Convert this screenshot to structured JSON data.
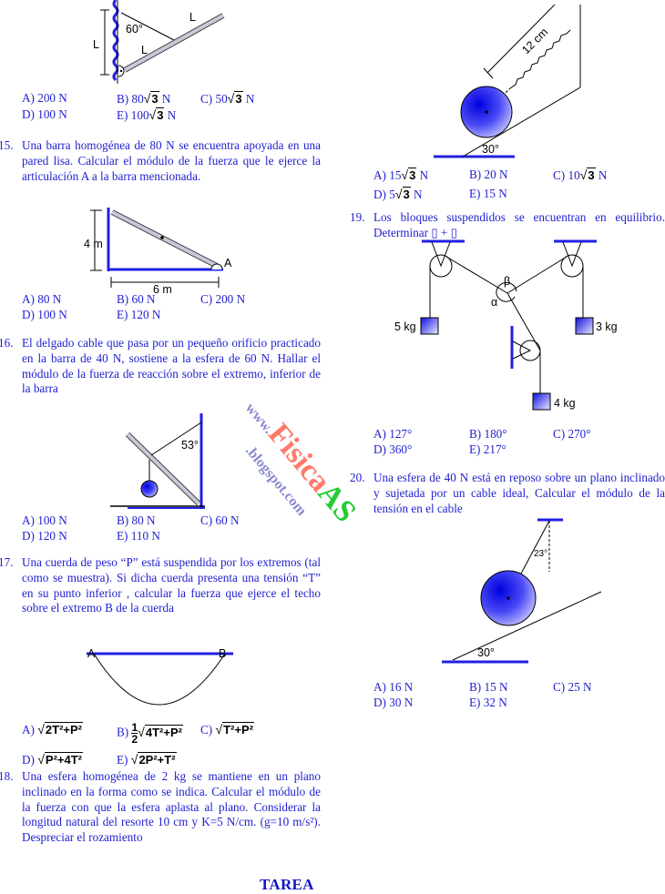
{
  "questions": [
    {
      "number": "",
      "text": "",
      "options": [
        {
          "label": "A)",
          "pre": "200 N"
        },
        {
          "label": "B)",
          "pre": "80",
          "rad": "3",
          "post": " N"
        },
        {
          "label": "C)",
          "pre": "50",
          "rad": "3",
          "post": " N"
        },
        {
          "label": "D)",
          "pre": "100 N"
        },
        {
          "label": "E)",
          "pre": "100",
          "rad": "3",
          "post": " N"
        }
      ]
    },
    {
      "number": "15.",
      "text": "Una barra homogénea de 80 N se encuentra apoyada en una pared lisa. Calcular el módulo de la fuerza que le ejerce la articulación A a la barra mencionada.",
      "options": [
        {
          "label": "A)",
          "pre": "80 N"
        },
        {
          "label": "B)",
          "pre": "60 N"
        },
        {
          "label": "C)",
          "pre": "200 N"
        },
        {
          "label": "D)",
          "pre": "100 N"
        },
        {
          "label": "E)",
          "pre": "120 N"
        }
      ]
    },
    {
      "number": "16.",
      "text": "El delgado cable que pasa por un pequeño orificio practicado en la barra de 40 N, sostiene a la esfera de 60 N. Hallar el módulo de la fuerza de reacción sobre el extremo, inferior de la barra",
      "options": [
        {
          "label": "A)",
          "pre": "100 N"
        },
        {
          "label": "B)",
          "pre": "80 N"
        },
        {
          "label": "C)",
          "pre": "60 N"
        },
        {
          "label": "D)",
          "pre": "120 N"
        },
        {
          "label": "E)",
          "pre": "110 N"
        }
      ]
    },
    {
      "number": "17.",
      "text": "Una cuerda de peso “P” está suspendida por los extremos (tal como se muestra). Si dicha cuerda presenta una tensión “T” en su punto inferior , calcular la fuerza que ejerce el techo sobre el extremo B de la cuerda",
      "options": [
        {
          "label": "A)",
          "rad": "2T²+P²"
        },
        {
          "label": "B)",
          "frac_num": "1",
          "frac_den": "2",
          "rad": "4T²+P²"
        },
        {
          "label": "C)",
          "rad": "T²+P²"
        },
        {
          "label": "D)",
          "rad": "P²+4T²"
        },
        {
          "label": "E)",
          "rad": "2P²+T²"
        }
      ]
    },
    {
      "number": "18.",
      "text": "Una esfera homogénea de 2 kg se mantiene en un plano inclinado en la forma como se indica. Calcular el módulo de la fuerza con que la esfera aplasta al plano. Considerar la longitud natural del resorte 10 cm y K=5 N/cm. (g=10 m/s²). Despreciar el rozamiento",
      "options": [
        {
          "label": "A)",
          "pre": "15",
          "rad": "3",
          "post": " N"
        },
        {
          "label": "B)",
          "pre": "20 N"
        },
        {
          "label": "C)",
          "pre": "10",
          "rad": "3",
          "post": " N"
        },
        {
          "label": "D)",
          "pre": "5",
          "rad": "3",
          "post": " N"
        },
        {
          "label": "E)",
          "pre": "15 N"
        }
      ]
    },
    {
      "number": "19.",
      "text": "Los bloques suspendidos se encuentran en equilibrio. Determinar ▯ + ▯",
      "options": [
        {
          "label": "A)",
          "pre": "127°"
        },
        {
          "label": "B)",
          "pre": "180°"
        },
        {
          "label": "C)",
          "pre": "270°"
        },
        {
          "label": "D)",
          "pre": "360°"
        },
        {
          "label": "E)",
          "pre": "217°"
        }
      ]
    },
    {
      "number": "20.",
      "text": "Una esfera de 40 N está en reposo sobre un plano inclinado y sujetada por un cable ideal, Calcular el módulo de la tensión en el cable",
      "options": [
        {
          "label": "A)",
          "pre": "16 N"
        },
        {
          "label": "B)",
          "pre": "15 N"
        },
        {
          "label": "C)",
          "pre": "25 N"
        },
        {
          "label": "D)",
          "pre": "30 N"
        },
        {
          "label": "E)",
          "pre": "32 N"
        }
      ]
    }
  ],
  "diagrams": {
    "q14": {
      "angle": "60°",
      "length_top": "L",
      "length_mid": "L",
      "length_wall": "L"
    },
    "q15": {
      "height": "4 m",
      "width": "6 m",
      "hinge": "A"
    },
    "q16": {
      "angle": "53°"
    },
    "q17": {
      "end_a": "A",
      "end_b": "B"
    },
    "q18": {
      "length": "12 cm",
      "angle": "30°"
    },
    "q19": {
      "beta": "β",
      "alpha": "α",
      "mass_left": "5 kg",
      "mass_right": "3 kg",
      "mass_bottom": "4 kg"
    },
    "q20": {
      "cable_angle": "23°",
      "incline_angle": "30°"
    }
  },
  "watermark": {
    "prefix": "www.",
    "brand_a": "Fisica",
    "brand_b": "AS",
    "suffix": ".blogspot.com"
  },
  "footer": {
    "title": "TAREA"
  },
  "colors": {
    "text": "#1f1fd0",
    "sphere": "#3b3bf0",
    "watermark_red": "#ff7a6a",
    "watermark_green": "#22cc33"
  }
}
